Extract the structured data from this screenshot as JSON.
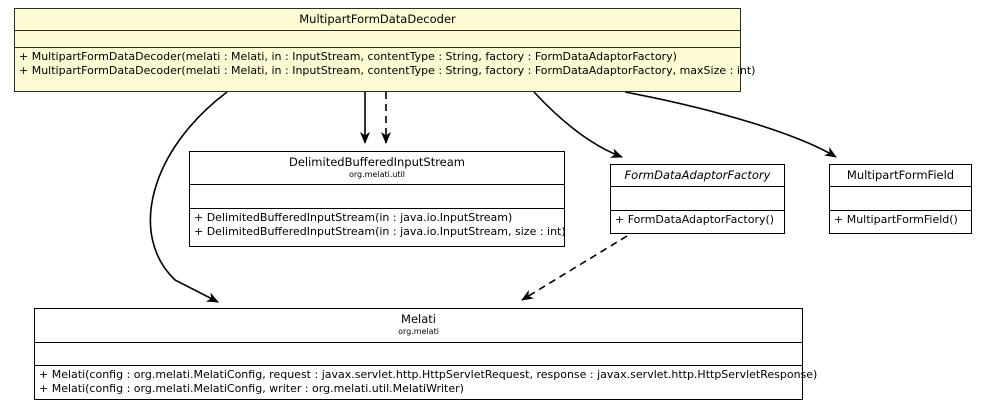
{
  "diagram": {
    "type": "uml-class-diagram",
    "background": "#ffffff",
    "highlight_color": "#fdfbd3",
    "line_color": "#000000",
    "classes": [
      {
        "id": "multipart-form-data-decoder",
        "name": "MultipartFormDataDecoder",
        "package": "",
        "abstract": false,
        "highlighted": true,
        "attributes": [],
        "operations": [
          "+ MultipartFormDataDecoder(melati : Melati, in : InputStream, contentType : String, factory : FormDataAdaptorFactory)",
          "+ MultipartFormDataDecoder(melati : Melati, in : InputStream, contentType : String, factory : FormDataAdaptorFactory, maxSize : int)"
        ]
      },
      {
        "id": "delimited-buffered-input-stream",
        "name": "DelimitedBufferedInputStream",
        "package": "org.melati.util",
        "abstract": false,
        "highlighted": false,
        "attributes": [],
        "operations": [
          "+ DelimitedBufferedInputStream(in : java.io.InputStream)",
          "+ DelimitedBufferedInputStream(in : java.io.InputStream, size : int)"
        ]
      },
      {
        "id": "form-data-adaptor-factory",
        "name": "FormDataAdaptorFactory",
        "package": "",
        "abstract": true,
        "highlighted": false,
        "attributes": [],
        "operations": [
          "+ FormDataAdaptorFactory()"
        ]
      },
      {
        "id": "multipart-form-field",
        "name": "MultipartFormField",
        "package": "",
        "abstract": false,
        "highlighted": false,
        "attributes": [],
        "operations": [
          "+ MultipartFormField()"
        ]
      },
      {
        "id": "melati",
        "name": "Melati",
        "package": "org.melati",
        "abstract": false,
        "highlighted": false,
        "attributes": [],
        "operations": [
          "+ Melati(config : org.melati.MelatiConfig, request : javax.servlet.http.HttpServletRequest, response : javax.servlet.http.HttpServletResponse)",
          "+ Melati(config : org.melati.MelatiConfig, writer : org.melati.util.MelatiWriter)"
        ]
      }
    ],
    "relationships": [
      {
        "from": "multipart-form-data-decoder",
        "to": "melati",
        "style": "solid",
        "arrow": "open"
      },
      {
        "from": "multipart-form-data-decoder",
        "to": "delimited-buffered-input-stream",
        "style": "solid",
        "arrow": "open"
      },
      {
        "from": "multipart-form-data-decoder",
        "to": "delimited-buffered-input-stream",
        "style": "dashed",
        "arrow": "open"
      },
      {
        "from": "multipart-form-data-decoder",
        "to": "form-data-adaptor-factory",
        "style": "solid",
        "arrow": "open"
      },
      {
        "from": "multipart-form-data-decoder",
        "to": "multipart-form-field",
        "style": "solid",
        "arrow": "open"
      },
      {
        "from": "form-data-adaptor-factory",
        "to": "melati",
        "style": "dashed",
        "arrow": "open"
      }
    ]
  }
}
